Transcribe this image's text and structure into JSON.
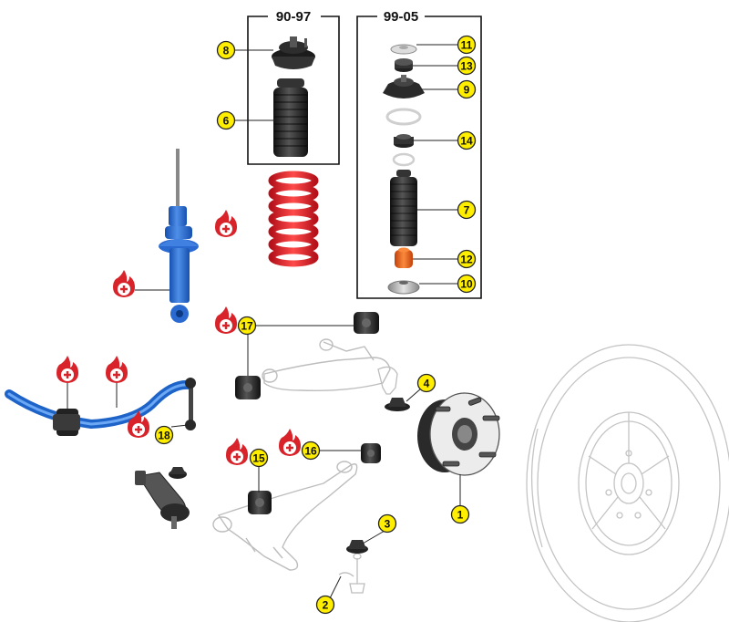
{
  "groups": [
    {
      "id": "90-97",
      "label": "90-97"
    },
    {
      "id": "99-05",
      "label": "99-05"
    }
  ],
  "callouts": [
    {
      "id": "1",
      "label": "1"
    },
    {
      "id": "2",
      "label": "2"
    },
    {
      "id": "3",
      "label": "3"
    },
    {
      "id": "4",
      "label": "4"
    },
    {
      "id": "6",
      "label": "6"
    },
    {
      "id": "7",
      "label": "7"
    },
    {
      "id": "8",
      "label": "8"
    },
    {
      "id": "9",
      "label": "9"
    },
    {
      "id": "10",
      "label": "10"
    },
    {
      "id": "11",
      "label": "11"
    },
    {
      "id": "12",
      "label": "12"
    },
    {
      "id": "13",
      "label": "13"
    },
    {
      "id": "14",
      "label": "14"
    },
    {
      "id": "15",
      "label": "15"
    },
    {
      "id": "16",
      "label": "16"
    },
    {
      "id": "17",
      "label": "17"
    },
    {
      "id": "18",
      "label": "18"
    }
  ],
  "colors": {
    "badge": "#ffee00",
    "flame": "#d8232a",
    "shock": "#1e64c8",
    "spring": "#e0202a",
    "bumpstop": "#ee6a1a",
    "rubber": "#222222",
    "outline": "#bbbbbb"
  },
  "icons": {
    "performance": "flame-plus-icon"
  }
}
